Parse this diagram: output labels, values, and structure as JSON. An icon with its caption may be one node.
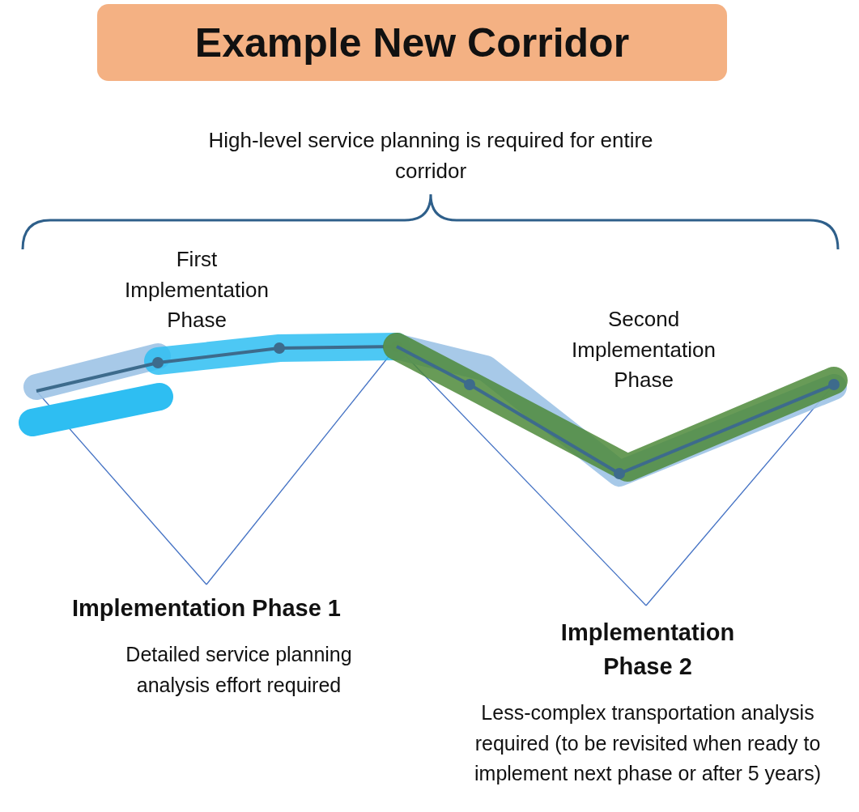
{
  "diagram": {
    "title": "Example New Corridor",
    "nodes": [
      {
        "text": [
          "Implementation Phase 1",
          "Detailed service planning analysis effort required"
        ]
      },
      {
        "text": [
          "Implementation Phase 2",
          "Less-complex transportation analysis required (to be revisited when ready to implement next phase or after 5 years)"
        ]
      },
      {
        "text": [],
        "shape": "bar",
        "beside": [
          "First Implementation Phase"
        ]
      },
      {
        "text": [],
        "shape": "bar"
      }
    ],
    "edges": [
      {
        "from": 0,
        "to": 2,
        "arrow": "none"
      },
      {
        "from": 0,
        "to": 2,
        "arrow": "none"
      },
      {
        "from": 1,
        "to": 3,
        "arrow": "none"
      },
      {
        "from": 1,
        "to": 3,
        "arrow": "none"
      }
    ],
    "labels": [
      "High-level service planning is required for entire corridor",
      "Second Implementation Phase"
    ]
  }
}
